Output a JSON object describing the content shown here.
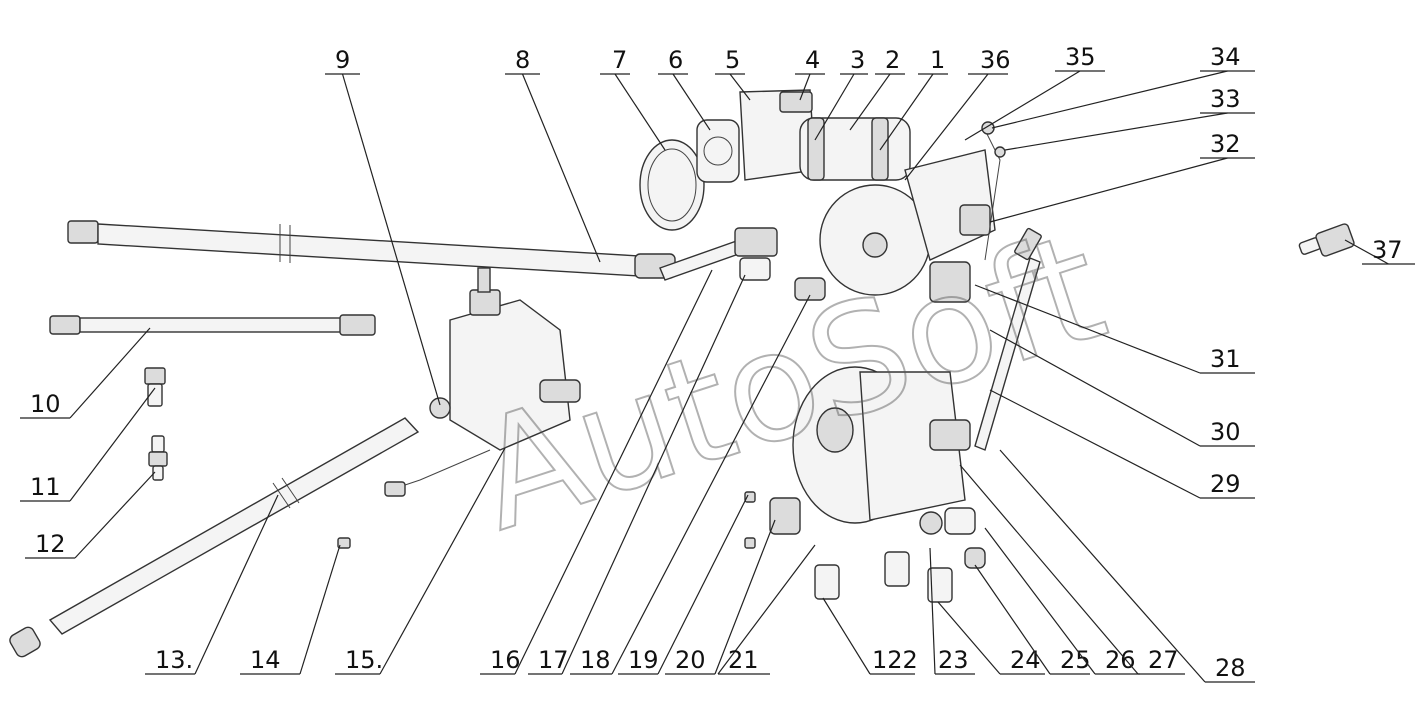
{
  "watermark": "AutoSoft",
  "callouts": [
    {
      "label": "1"
    },
    {
      "label": "2"
    },
    {
      "label": "3"
    },
    {
      "label": "4"
    },
    {
      "label": "5"
    },
    {
      "label": "6"
    },
    {
      "label": "7"
    },
    {
      "label": "8"
    },
    {
      "label": "9"
    },
    {
      "label": "10"
    },
    {
      "label": "11"
    },
    {
      "label": "12"
    },
    {
      "label": "13."
    },
    {
      "label": "14"
    },
    {
      "label": "15."
    },
    {
      "label": "16"
    },
    {
      "label": "17"
    },
    {
      "label": "18"
    },
    {
      "label": "19"
    },
    {
      "label": "20"
    },
    {
      "label": "21"
    },
    {
      "label": "122"
    },
    {
      "label": "23"
    },
    {
      "label": "24"
    },
    {
      "label": "25"
    },
    {
      "label": "26"
    },
    {
      "label": "27"
    },
    {
      "label": "28"
    },
    {
      "label": "29"
    },
    {
      "label": "30"
    },
    {
      "label": "31"
    },
    {
      "label": "32"
    },
    {
      "label": "33"
    },
    {
      "label": "34"
    },
    {
      "label": "35"
    },
    {
      "label": "36"
    },
    {
      "label": "37"
    }
  ]
}
